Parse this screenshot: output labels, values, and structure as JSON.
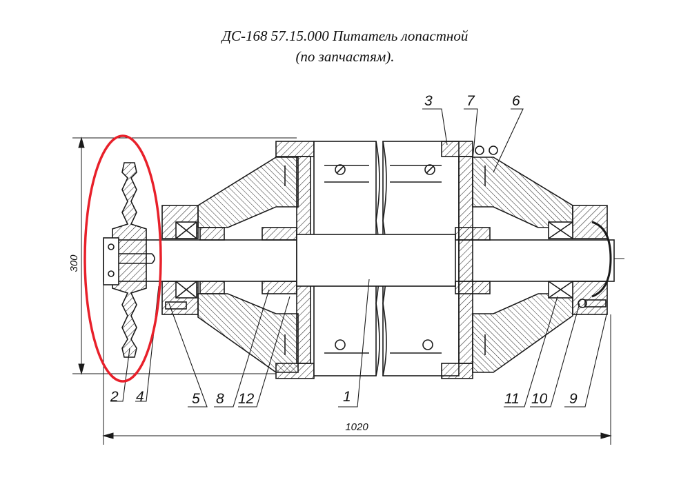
{
  "title": {
    "line1": "ДС-168 57.15.000 Питатель лопастной",
    "line2": "(по запчастям)."
  },
  "dimensions": {
    "height": "300",
    "length": "1020"
  },
  "callouts": [
    "1",
    "2",
    "3",
    "4",
    "5",
    "6",
    "7",
    "8",
    "9",
    "10",
    "11",
    "12"
  ],
  "colors": {
    "line": "#1a1a1a",
    "highlight": "#e8202a"
  }
}
